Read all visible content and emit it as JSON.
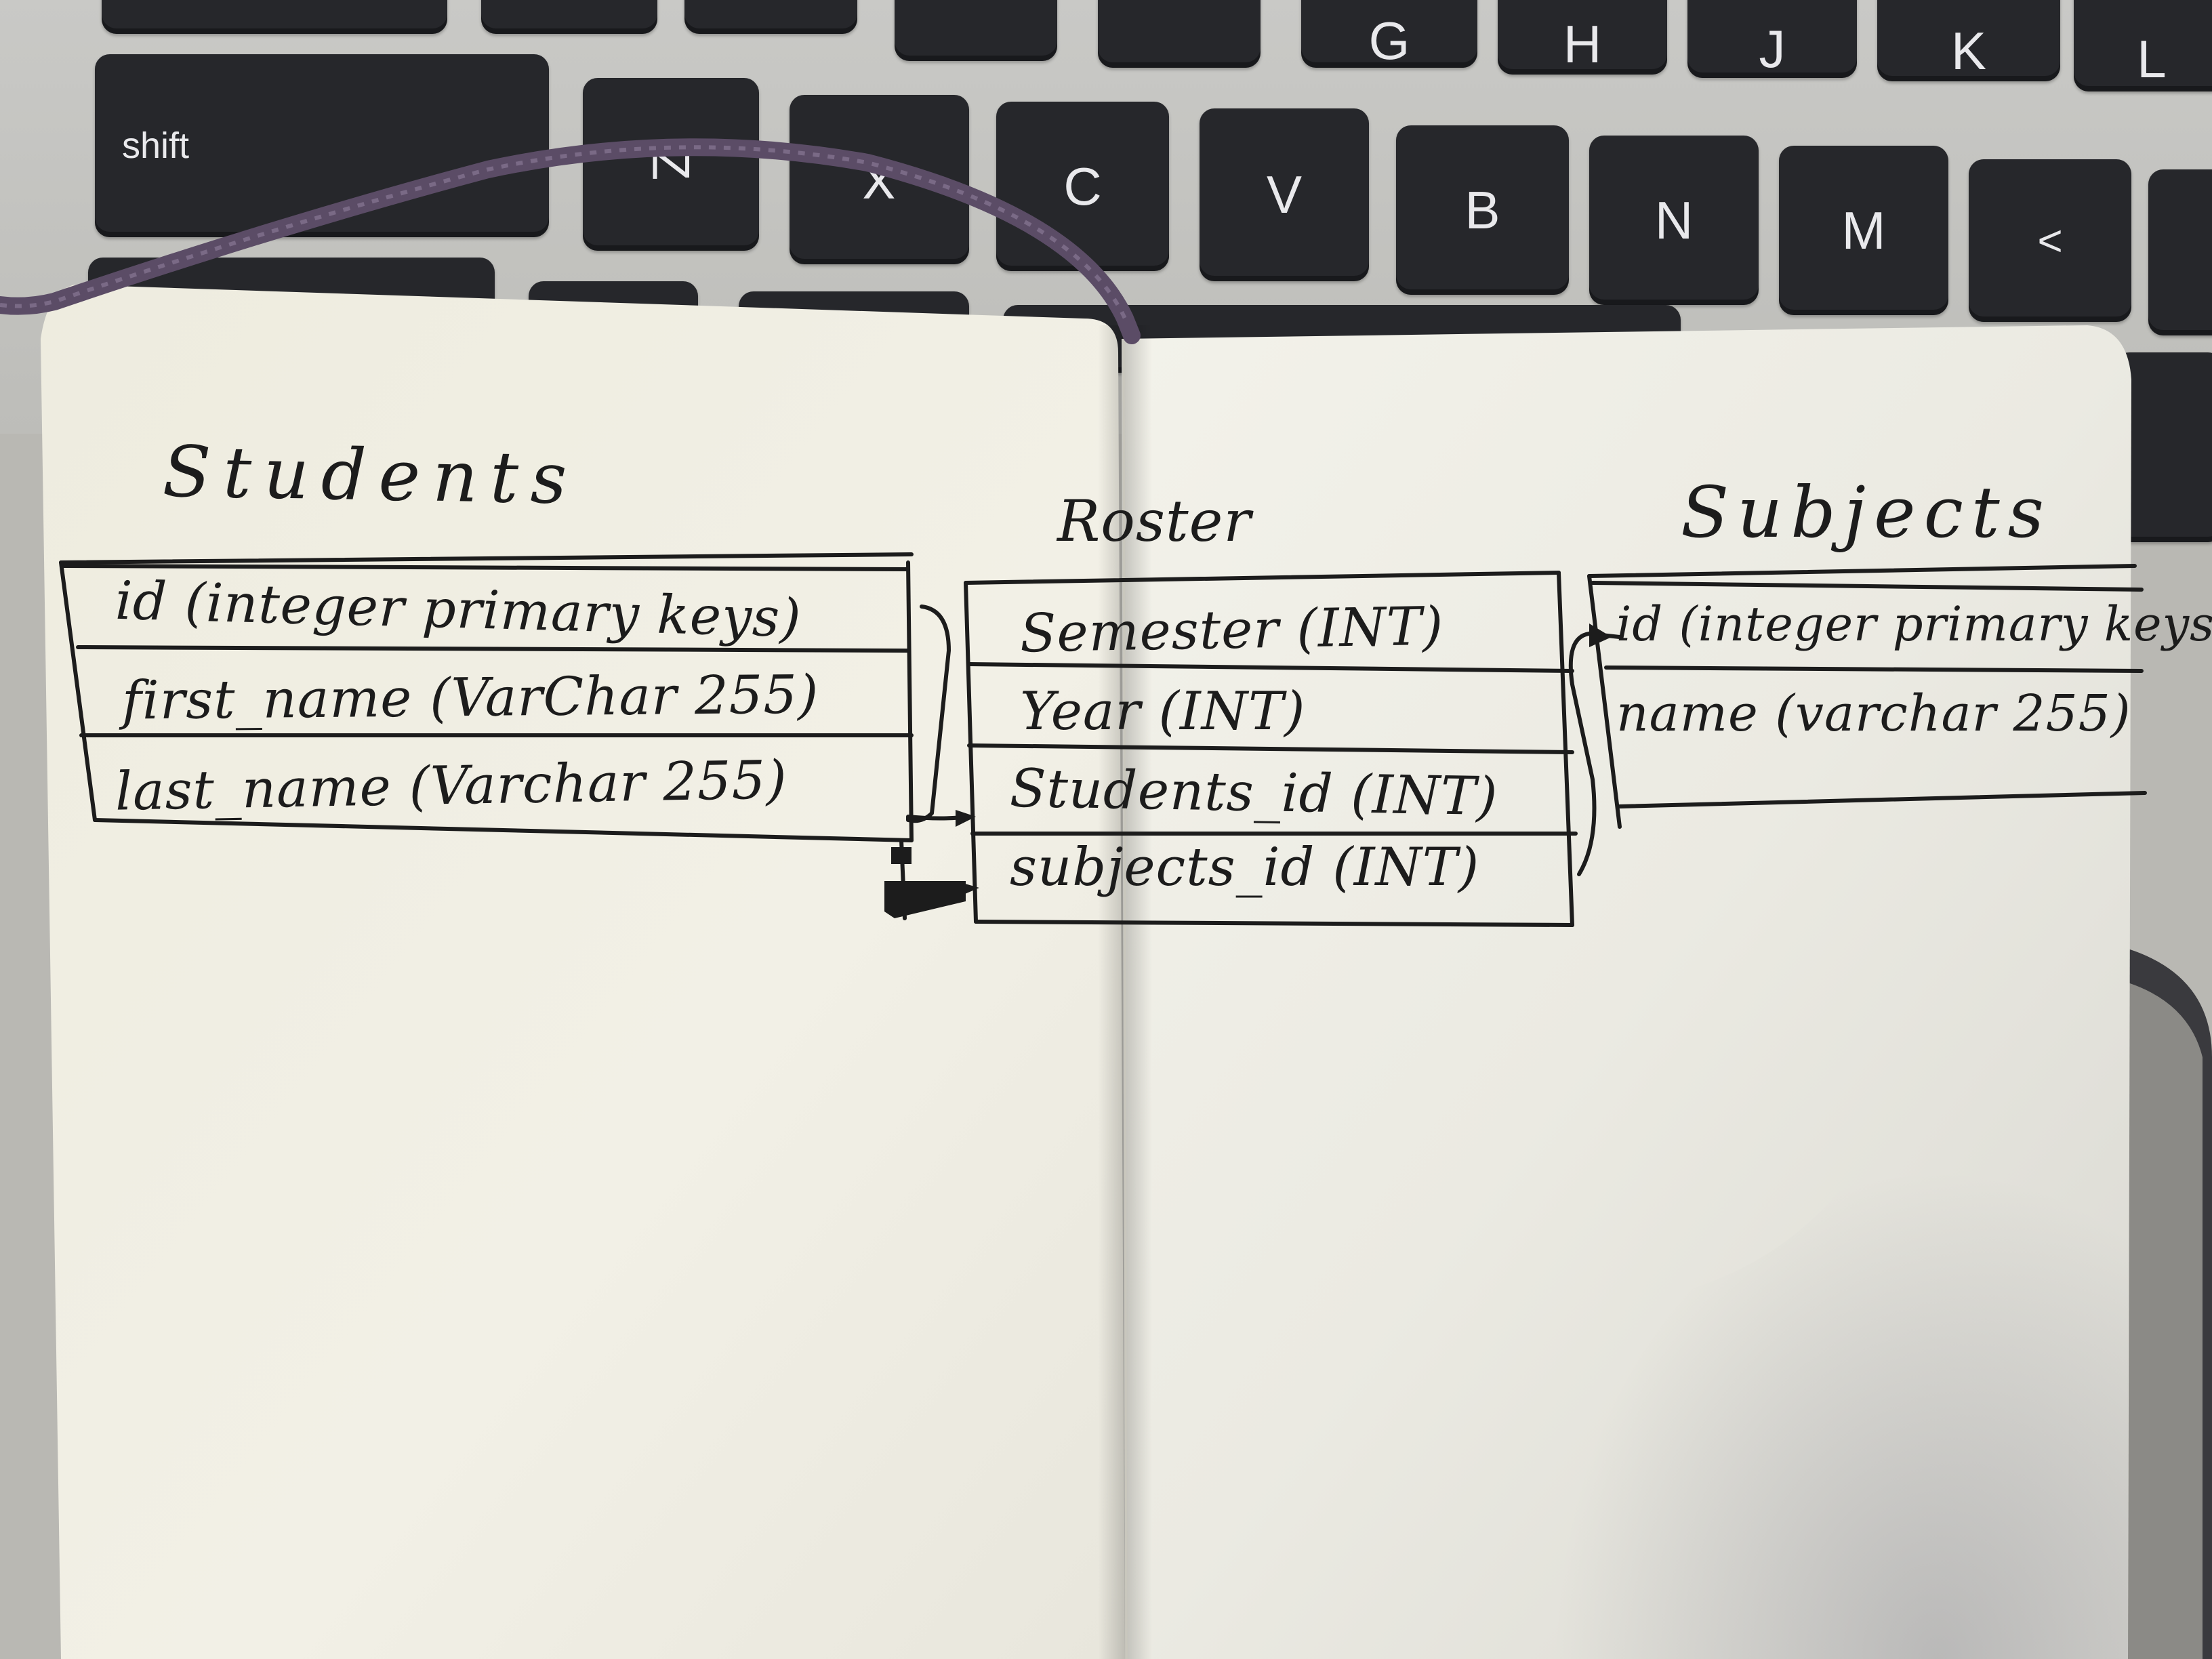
{
  "keyboard": {
    "row1": [
      "G",
      "H",
      "J",
      "K",
      "L"
    ],
    "row2": [
      "shift",
      "Z",
      "X",
      "C",
      "V",
      "B",
      "N",
      "M",
      "<"
    ]
  },
  "diagram": {
    "students": {
      "title": "Students",
      "fields": [
        "id (integer primary keys)",
        "first_name (VarChar 255)",
        "last_name (Varchar 255)"
      ]
    },
    "roster": {
      "title": "Roster",
      "fields": [
        "Semester (INT)",
        "Year (INT)",
        "Students_id (INT)",
        "subjects_id (INT)"
      ]
    },
    "subjects": {
      "title": "Subjects",
      "fields": [
        "id (integer primary keys)",
        "name (varchar 255)"
      ]
    }
  },
  "colors": {
    "paper": "#f1efe4",
    "ink": "#1c1c1c",
    "ribbon": "#5b4c66",
    "key": "#26272b"
  }
}
